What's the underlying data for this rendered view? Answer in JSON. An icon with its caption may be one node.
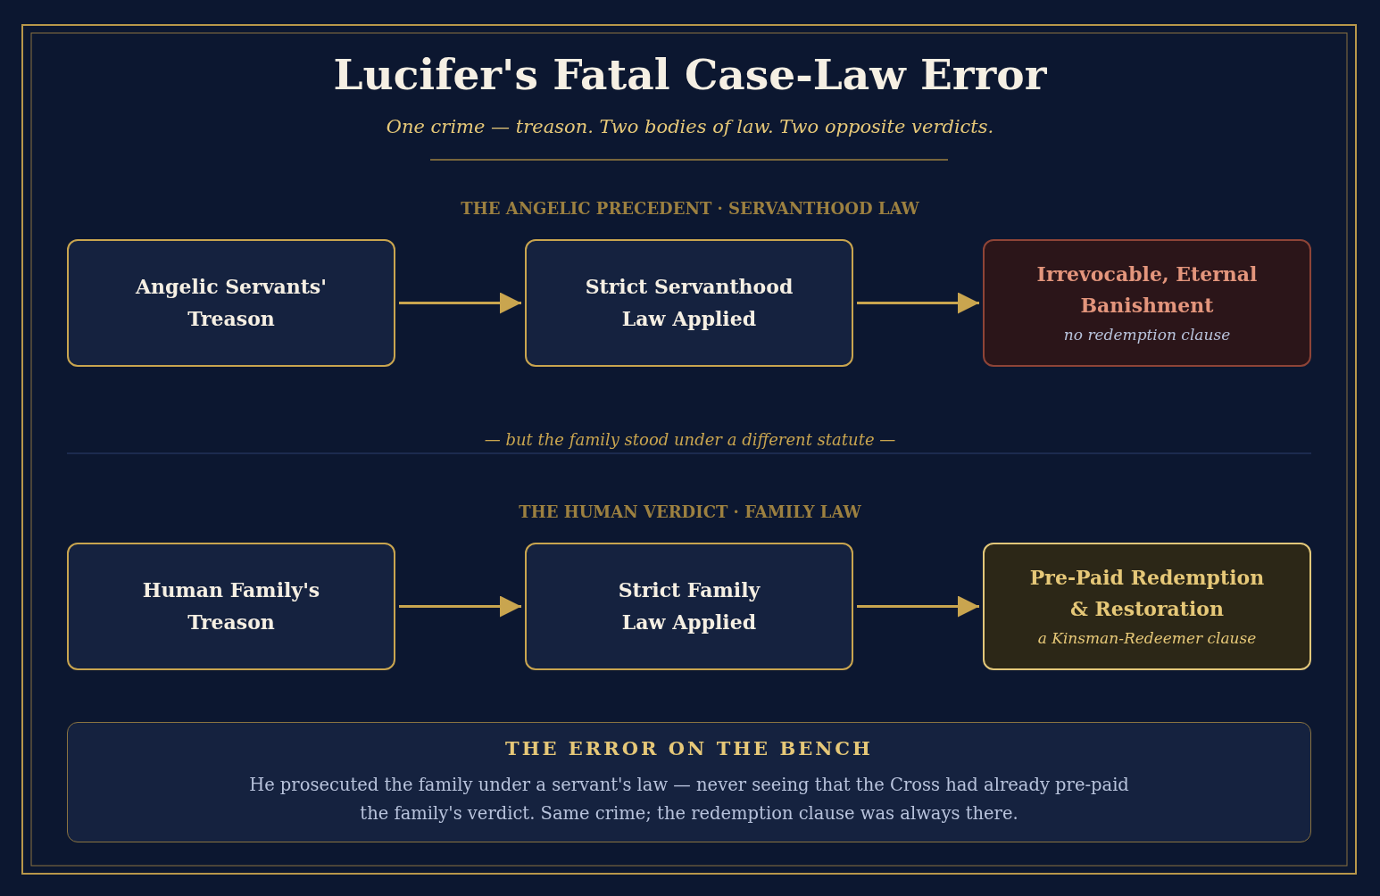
{
  "diagram": {
    "title": "Lucifer's Fatal Case-Law Error",
    "nodes": [
      {
        "text": [
          "Angelic Servants' Treason"
        ]
      },
      {
        "text": [
          "Strict Servanthood Law Applied"
        ]
      },
      {
        "text": [
          "Irrevocable, Eternal Banishment",
          "no redemption clause"
        ]
      },
      {
        "text": [
          "Human Family's Treason"
        ]
      },
      {
        "text": [
          "Strict Family Law Applied"
        ]
      },
      {
        "text": [
          "Pre-Paid Redemption & Restoration",
          "a Kinsman-Redeemer clause"
        ]
      },
      {
        "text": [
          "THE ERROR ON THE BENCH",
          "He prosecuted the family under a servant's law — never seeing that the Cross had already pre-paid the family's verdict. Same crime; the redemption clause was always there."
        ]
      }
    ],
    "edges": [
      {
        "from": 0,
        "to": 1,
        "arrow": "to"
      },
      {
        "from": 1,
        "to": 2,
        "arrow": "to"
      },
      {
        "from": 3,
        "to": 4,
        "arrow": "to"
      },
      {
        "from": 4,
        "to": 5,
        "arrow": "to"
      }
    ],
    "labels": [
      "One crime — treason. Two bodies of law. Two opposite verdicts.",
      "THE ANGELIC PRECEDENT · SERVANTHOOD LAW",
      "— but the family stood under a different statute —",
      "THE HUMAN VERDICT · FAMILY LAW"
    ]
  }
}
